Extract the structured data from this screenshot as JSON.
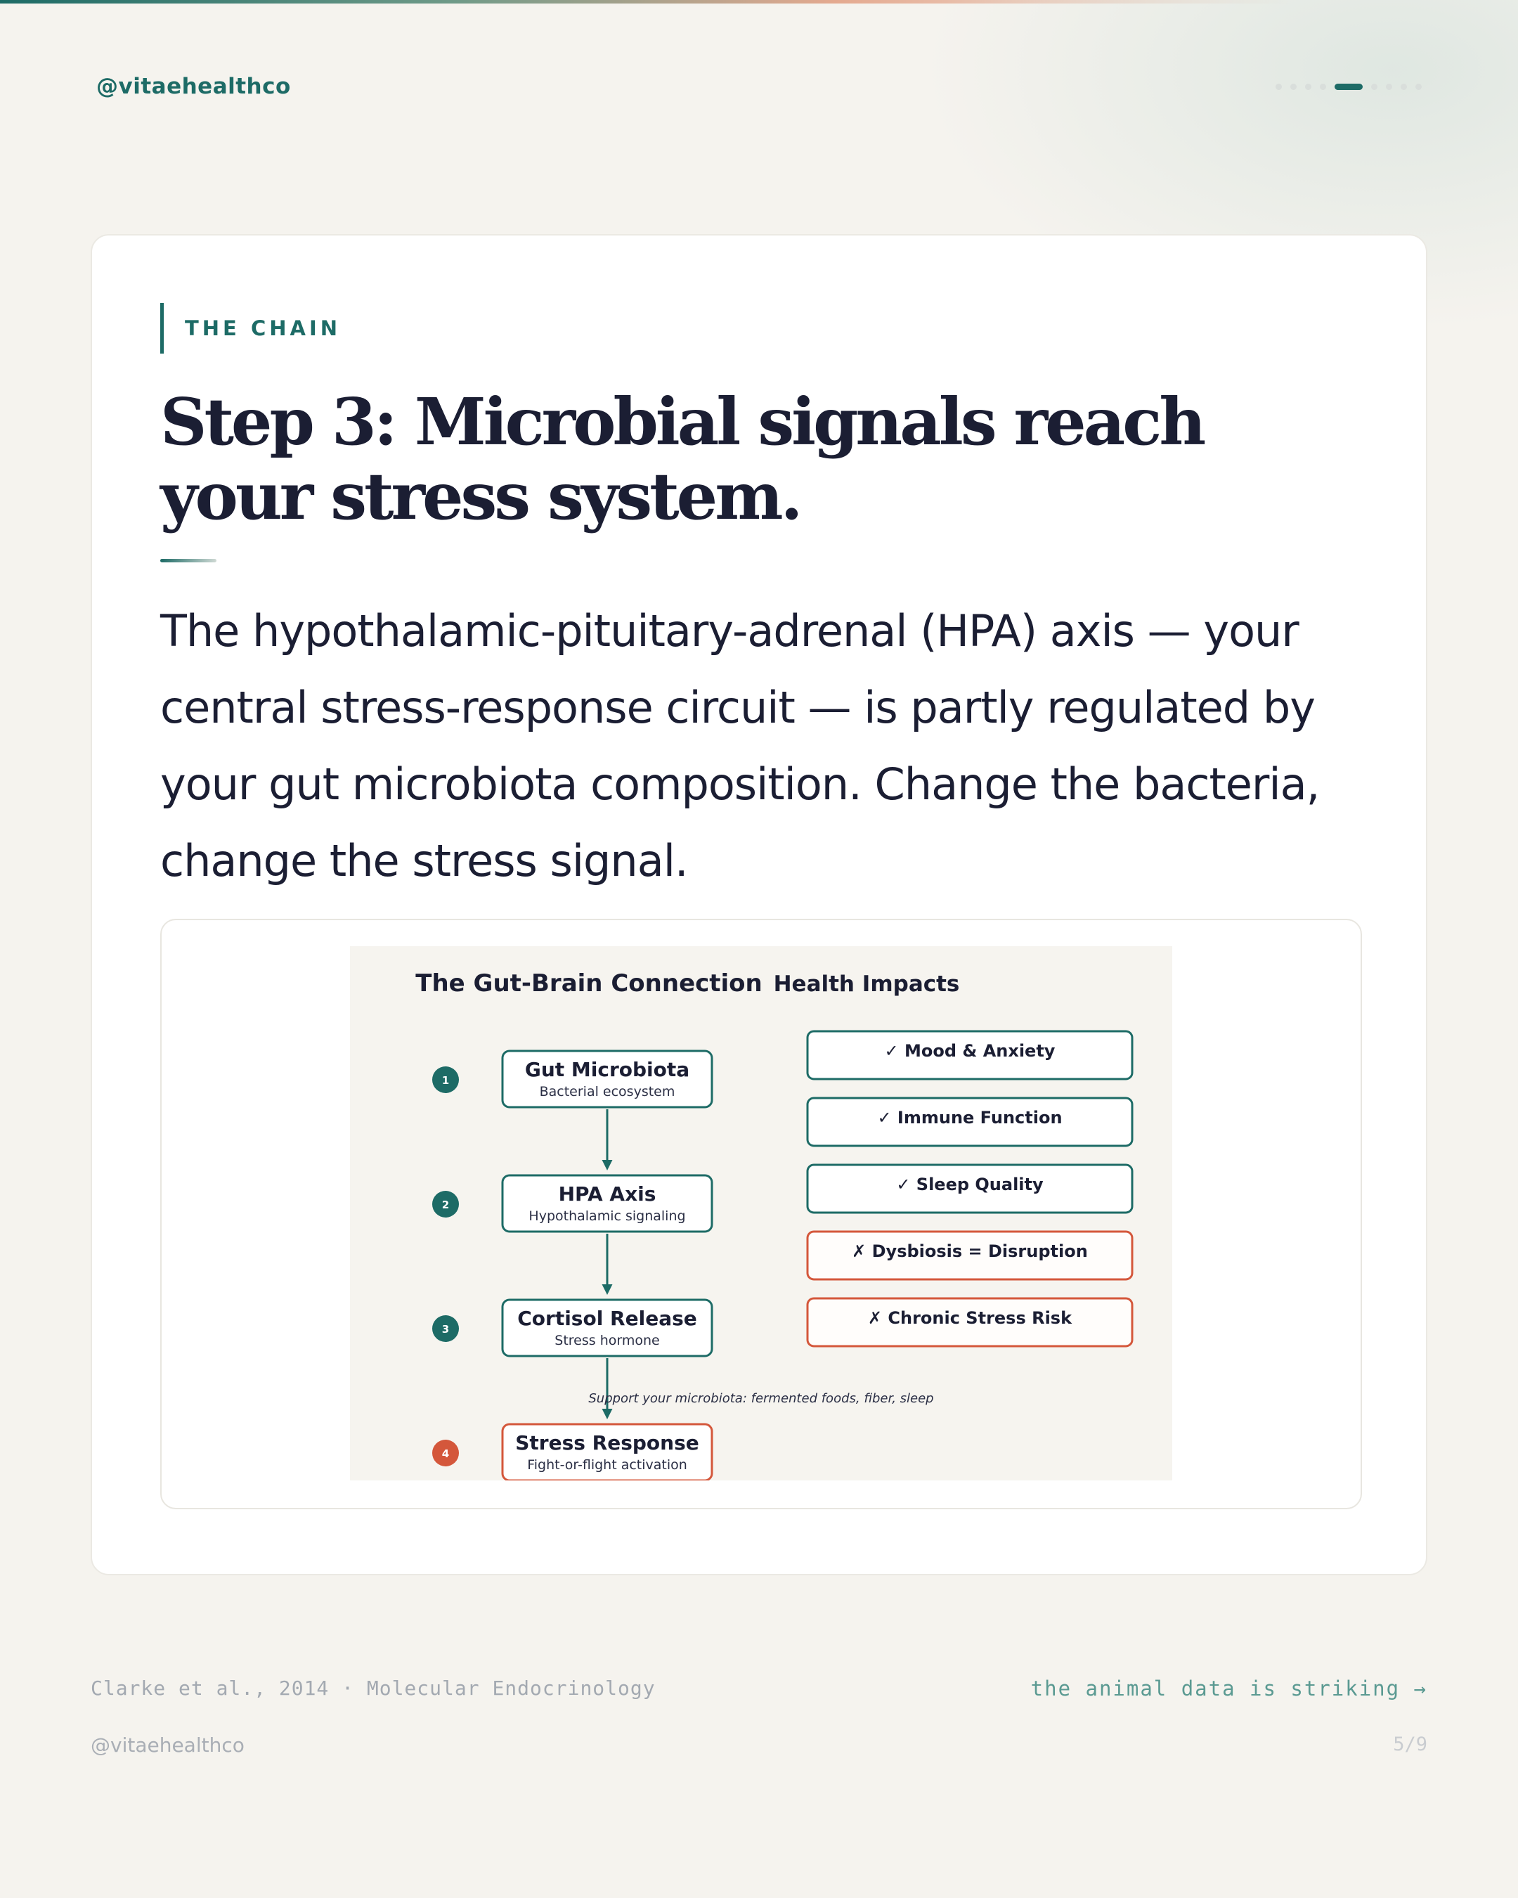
{
  "header": {
    "handle": "@vitaehealthco",
    "pager": {
      "total": 9,
      "current": 5
    }
  },
  "card": {
    "eyebrow": "THE CHAIN",
    "title": "Step 3: Microbial signals reach your stress system.",
    "body": "The hypothalamic-pituitary-adrenal (HPA) axis — your central stress-response circuit — is partly regulated by your gut microbiota composition. Change the bacteria, change the stress signal."
  },
  "diagram": {
    "title": "The Gut-Brain Connection",
    "impacts_title": "Health Impacts",
    "steps": [
      {
        "num": "1",
        "title": "Gut Microbiota",
        "subtitle": "Bacterial ecosystem",
        "color": "#1d6b66"
      },
      {
        "num": "2",
        "title": "HPA Axis",
        "subtitle": "Hypothalamic signaling",
        "color": "#1d6b66"
      },
      {
        "num": "3",
        "title": "Cortisol Release",
        "subtitle": "Stress hormone",
        "color": "#1d6b66"
      },
      {
        "num": "4",
        "title": "Stress Response",
        "subtitle": "Fight-or-flight activation",
        "color": "#d4573b"
      }
    ],
    "impacts": [
      {
        "label": "✓ Mood & Anxiety",
        "kind": "positive"
      },
      {
        "label": "✓ Immune Function",
        "kind": "positive"
      },
      {
        "label": "✓ Sleep Quality",
        "kind": "positive"
      },
      {
        "label": "✗ Dysbiosis = Disruption",
        "kind": "negative"
      },
      {
        "label": "✗ Chronic Stress Risk",
        "kind": "negative"
      }
    ],
    "footnote": "Support your microbiota: fermented foods, fiber, sleep",
    "colors": {
      "teal": "#1d6b66",
      "coral": "#d4573b",
      "background": "#f6f4ef"
    }
  },
  "footer": {
    "citation": "Clarke et al., 2014 · Molecular Endocrinology",
    "next": "the animal data is striking →",
    "handle": "@vitaehealthco",
    "page": "5/9"
  }
}
